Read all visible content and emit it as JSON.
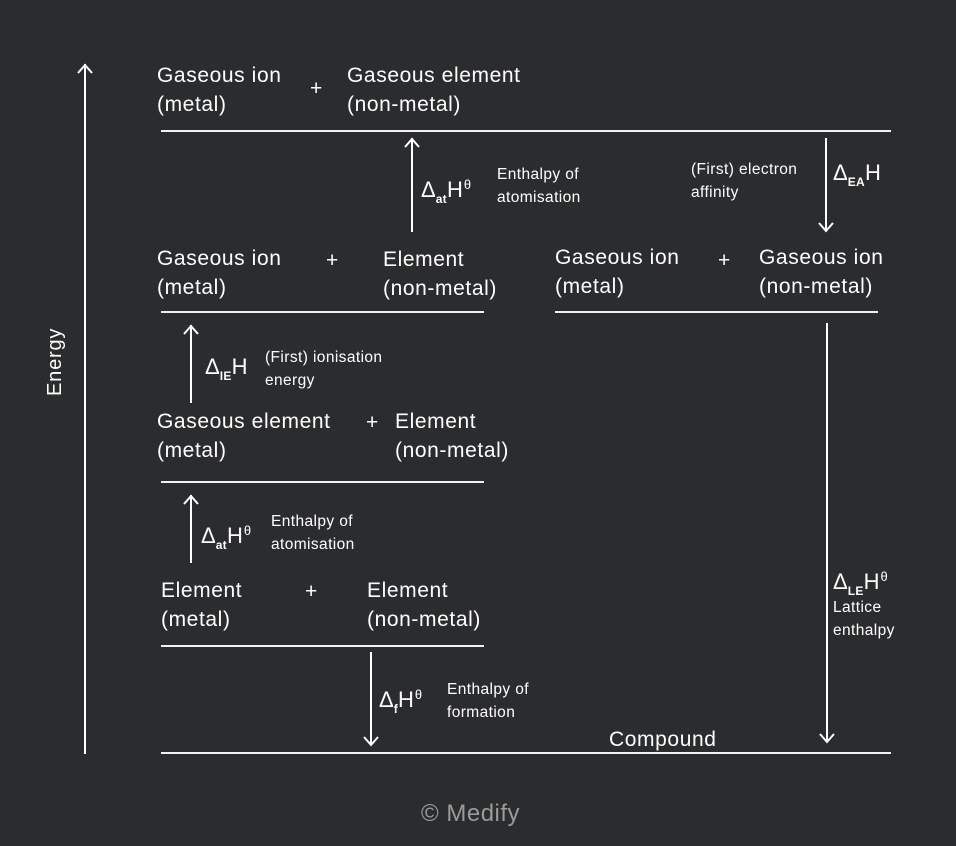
{
  "axis": {
    "label": "Energy",
    "icon": "up-arrow"
  },
  "levels": {
    "top": {
      "left": {
        "line1": "Gaseous ion",
        "line2": "(metal)"
      },
      "plus": "+",
      "right": {
        "line1": "Gaseous element",
        "line2": "(non-metal)"
      }
    },
    "mid_left": {
      "left": {
        "line1": "Gaseous ion",
        "line2": "(metal)"
      },
      "plus": "+",
      "right": {
        "line1": "Element",
        "line2": "(non-metal)"
      }
    },
    "mid_right": {
      "left": {
        "line1": "Gaseous ion",
        "line2": "(metal)"
      },
      "plus": "+",
      "right": {
        "line1": "Gaseous ion",
        "line2": "(non-metal)"
      }
    },
    "gaseous_element": {
      "left": {
        "line1": "Gaseous element",
        "line2": "(metal)"
      },
      "plus": "+",
      "right": {
        "line1": "Element",
        "line2": "(non-metal)"
      }
    },
    "elements": {
      "left": {
        "line1": "Element",
        "line2": "(metal)"
      },
      "plus": "+",
      "right": {
        "line1": "Element",
        "line2": "(non-metal)"
      }
    },
    "compound": {
      "label": "Compound"
    }
  },
  "steps": {
    "atomisation_nonmetal": {
      "delta": "Δ",
      "sub": "at",
      "main": "H",
      "sup": "θ",
      "desc1": "Enthalpy of",
      "desc2": "atomisation",
      "direction": "up"
    },
    "electron_affinity": {
      "delta": "Δ",
      "sub": "EA",
      "main": "H",
      "sup": "",
      "desc1": "(First) electron",
      "desc2": "affinity",
      "direction": "down"
    },
    "ionisation": {
      "delta": "Δ",
      "sub": "IE",
      "main": "H",
      "sup": "",
      "desc1": "(First) ionisation",
      "desc2": "energy",
      "direction": "up"
    },
    "atomisation_metal": {
      "delta": "Δ",
      "sub": "at",
      "main": "H",
      "sup": "θ",
      "desc1": "Enthalpy of",
      "desc2": "atomisation",
      "direction": "up"
    },
    "formation": {
      "delta": "Δ",
      "sub": "f",
      "main": "H",
      "sup": "θ",
      "desc1": "Enthalpy of",
      "desc2": "formation",
      "direction": "down"
    },
    "lattice": {
      "delta": "Δ",
      "sub": "LE",
      "main": "H",
      "sup": "θ",
      "desc1": "Lattice",
      "desc2": "enthalpy",
      "direction": "down"
    }
  },
  "footer": {
    "copyright": "© Medify"
  },
  "colors": {
    "background": "#2b2c2e",
    "foreground": "#ffffff",
    "muted": "#9a9a9a"
  }
}
